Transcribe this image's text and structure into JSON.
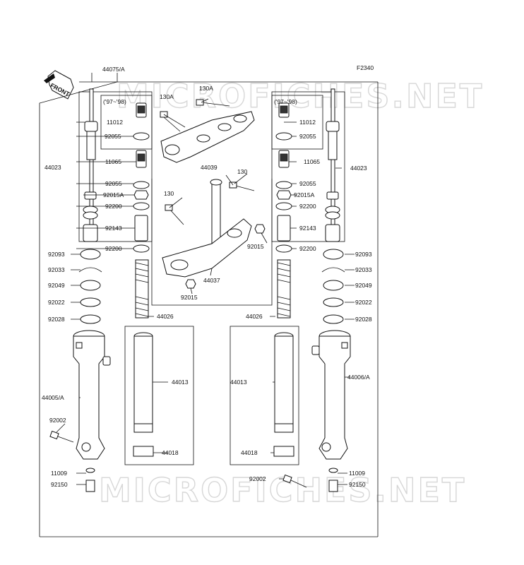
{
  "diagram": {
    "figure_code": "F2340",
    "front_label": "FRONT",
    "watermark": "MICROFICHES.NET",
    "year_note": "('97~'98)",
    "labels": {
      "l44075A": "44075/A",
      "l130A_a": "130A",
      "l130A_b": "130A",
      "l44039": "44039",
      "l130_a": "130",
      "l130_b": "130",
      "l92015_a": "92015",
      "l92015_b": "92015",
      "l44037": "44037",
      "l11012_L": "11012",
      "l92055_L1": "92055",
      "l44023_L": "44023",
      "l11065_L": "11065",
      "l92055_L2": "92055",
      "l92015A_L": "92015A",
      "l92200_L1": "92200",
      "l92143_L": "92143",
      "l92200_L2": "92200",
      "l92093_L": "92093",
      "l92033_L": "92033",
      "l92049_L": "92049",
      "l92022_L": "92022",
      "l92028_L": "92028",
      "l44026_L": "44026",
      "l44005A": "44005/A",
      "l44013_L": "44013",
      "l92002_L": "92002",
      "l44018_L": "44018",
      "l11009_L": "11009",
      "l92150_L": "92150",
      "l11012_R": "11012",
      "l92055_R1": "92055",
      "l44023_R": "44023",
      "l11065_R": "11065",
      "l92055_R2": "92055",
      "l92015A_R": "92015A",
      "l92200_R1": "92200",
      "l92143_R": "92143",
      "l92200_R2": "92200",
      "l92093_R": "92093",
      "l92033_R": "92033",
      "l92049_R": "92049",
      "l92022_R": "92022",
      "l92028_R": "92028",
      "l44026_R": "44026",
      "l44006A": "44006/A",
      "l44013_R": "44013",
      "l44018_R": "44018",
      "l92002_R": "92002",
      "l11009_R": "11009",
      "l92150_R": "92150"
    }
  }
}
